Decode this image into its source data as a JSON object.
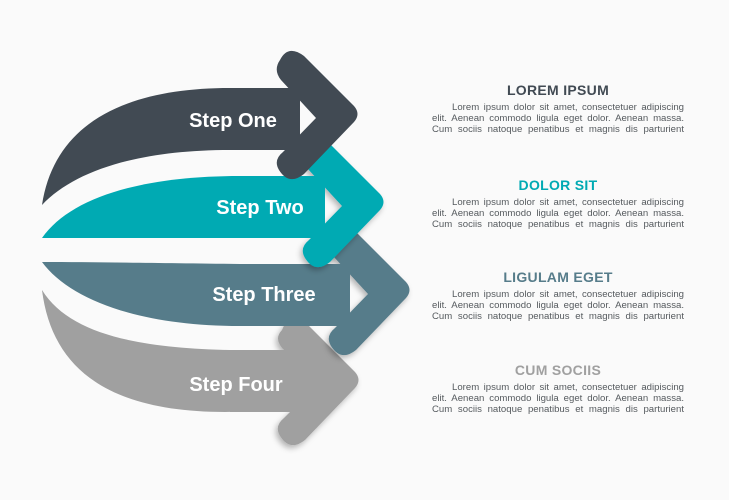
{
  "colors": {
    "background": "#fafafa",
    "step1": "#414a53",
    "step2": "#00aab3",
    "step3": "#567c8a",
    "step4": "#a0a0a0",
    "body_text": "#555a5e"
  },
  "steps": [
    {
      "label": "Step One",
      "color": "#414a53"
    },
    {
      "label": "Step Two",
      "color": "#00aab3"
    },
    {
      "label": "Step Three",
      "color": "#567c8a"
    },
    {
      "label": "Step Four",
      "color": "#a0a0a0"
    }
  ],
  "panels": [
    {
      "title": "LOREM IPSUM",
      "color": "#414a53",
      "body": "Lorem ipsum dolor sit amet, consectetuer adipiscing elit. Aenean commodo ligula eget dolor. Aenean massa. Cum sociis natoque penatibus et magnis dis parturient"
    },
    {
      "title": "DOLOR SIT",
      "color": "#00aab3",
      "body": "Lorem ipsum dolor sit amet, consectetuer adipiscing elit. Aenean commodo ligula eget dolor. Aenean massa. Cum sociis natoque penatibus et magnis dis parturient"
    },
    {
      "title": "LIGULAM EGET",
      "color": "#567c8a",
      "body": "Lorem ipsum dolor sit amet, consectetuer adipiscing elit. Aenean commodo ligula eget dolor. Aenean massa. Cum sociis natoque penatibus et magnis dis parturient"
    },
    {
      "title": "CUM SOCIIS",
      "color": "#a0a0a0",
      "body": "Lorem ipsum dolor sit amet, consectetuer adipiscing elit. Aenean commodo ligula eget dolor. Aenean massa. Cum sociis natoque penatibus et magnis dis parturient"
    }
  ]
}
